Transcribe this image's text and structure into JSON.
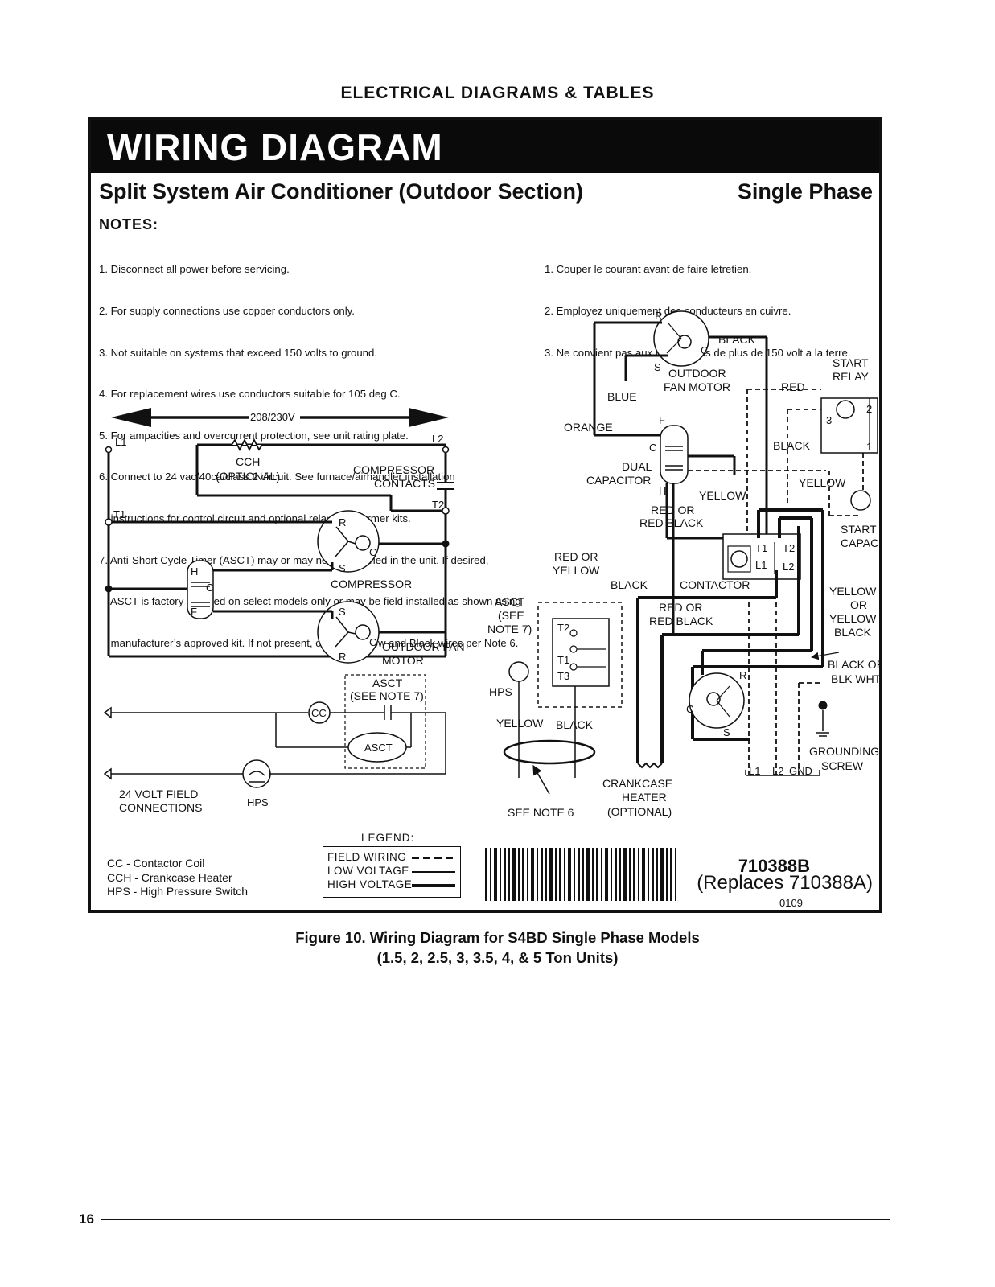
{
  "header": {
    "section_title": "ELECTRICAL DIAGRAMS & TABLES"
  },
  "banner": {
    "title": "WIRING DIAGRAM"
  },
  "subtitle": {
    "left": "Split System Air Conditioner (Outdoor Section)",
    "right": "Single Phase"
  },
  "notes": {
    "title": "NOTES:",
    "english": [
      "1. Disconnect all power before servicing.",
      "2. For supply connections use copper conductors only.",
      "3. Not suitable on systems that exceed 150 volts to ground.",
      "4. For replacement wires use conductors suitable for 105 deg C.",
      "5. For ampacities and overcurrent protection, see unit rating plate.",
      "6. Connect to 24 vac/40ca/class 2 circuit. See furnace/airhandler installation",
      "    instructions for control circuit and optional relay/transformer kits.",
      "7. Anti-Short Cycle Timer (ASCT) may or may not be installed in the unit. If desired,",
      "    ASCT is factory installed on select models only or may be field installed as shown using",
      "    manufacturer’s approved kit. If not present, connect Yellow and Black wires per Note 6."
    ],
    "french": [
      "1. Couper le courant avant de faire letretien.",
      "2. Employez uniquement des conducteurs en cuivre.",
      "3. Ne convient pas aux installations de plus de 150 volt a la terre."
    ]
  },
  "ladder": {
    "voltage": "208/230V",
    "l1": "L1",
    "l2": "L2",
    "t1": "T1",
    "t2": "T2",
    "cch": "CCH",
    "cch_optional": "(OPTIONAL)",
    "compressor_contacts_1": "COMPRESSOR",
    "compressor_contacts_2": "CONTACTS",
    "compressor": "COMPRESSOR",
    "fan_motor_1": "OUTDOOR FAN",
    "fan_motor_2": "MOTOR",
    "cap_h": "H",
    "cap_c": "C",
    "cap_f": "F",
    "r": "R",
    "s": "S",
    "c": "C",
    "asct_1": "ASCT",
    "asct_2": "(SEE NOTE 7)",
    "cc": "CC",
    "asct": "ASCT",
    "hps": "HPS",
    "field_1": "24 VOLT FIELD",
    "field_2": "CONNECTIONS"
  },
  "pictorial": {
    "fan_r": "R",
    "fan_c": "C",
    "fan_s": "S",
    "black": "BLACK",
    "outdoor_fan_motor_1": "OUTDOOR",
    "outdoor_fan_motor_2": "FAN MOTOR",
    "blue": "BLUE",
    "orange": "ORANGE",
    "red": "RED",
    "start_relay_1": "START",
    "start_relay_2": "RELAY",
    "relay_2": "2",
    "relay_3": "3",
    "relay_1": "1",
    "cap_f": "F",
    "cap_c": "C",
    "cap_h": "H",
    "dual_cap_1": "DUAL",
    "dual_cap_2": "CAPACITOR",
    "black2": "BLACK",
    "yellow": "YELLOW",
    "yellow2": "YELLOW",
    "red_or_1": "RED OR",
    "red_or_2": "RED BLACK",
    "start_capac_1": "START",
    "start_capac_2": "CAPAC",
    "red_or_yellow_1": "RED OR",
    "red_or_yellow_2": "YELLOW",
    "ct1": "T1",
    "ct2": "T2",
    "cl1": "L1",
    "cl2": "L2",
    "black3": "BLACK",
    "contactor": "CONTACTOR",
    "yoyb_1": "YELLOW",
    "yoyb_2": "OR",
    "yoyb_3": "YELLOW",
    "yoyb_4": "BLACK",
    "asct_1": "ASCT",
    "asct_2": "(SEE",
    "asct_3": "NOTE 7)",
    "at2": "T2",
    "at1": "T1",
    "at3": "T3",
    "red_or2_1": "RED OR",
    "red_or2_2": "RED BLACK",
    "black_or_1": "BLACK OR",
    "black_or_2": "BLK WHT",
    "hps": "HPS",
    "comp_r": "R",
    "comp_c": "C",
    "comp_s": "S",
    "yellow3": "YELLOW",
    "black4": "BLACK",
    "ground_1": "GROUNDING",
    "ground_2": "SCREW",
    "tl1": "L1",
    "tl2": "L2",
    "gnd": "GND",
    "see_note": "SEE NOTE 6",
    "crank_1": "CRANKCASE",
    "crank_2": "HEATER",
    "crank_3": "(OPTIONAL)"
  },
  "legend": {
    "title": "LEGEND:",
    "field_wiring": "FIELD WIRING",
    "low_voltage": "LOW VOLTAGE",
    "high_voltage": "HIGH VOLTAGE"
  },
  "abbreviations": [
    "CC - Contactor Coil",
    "CCH - Crankcase Heater",
    "HPS - High Pressure Switch"
  ],
  "part_number": "710388B",
  "replaces": "(Replaces 710388A)",
  "date_code": "0109",
  "caption": {
    "line1": "Figure 10. Wiring Diagram for S4BD Single Phase Models",
    "line2": "(1.5, 2, 2.5, 3, 3.5, 4, & 5 Ton Units)"
  },
  "page_number": "16"
}
